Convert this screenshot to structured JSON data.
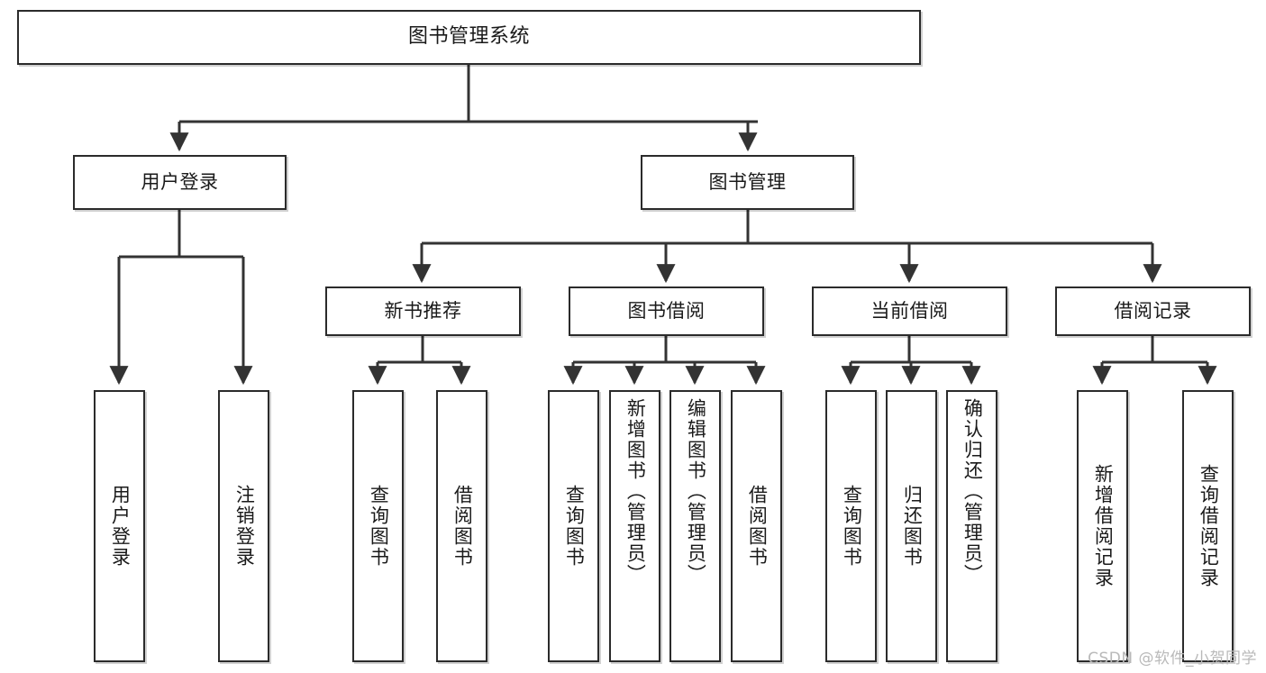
{
  "diagram": {
    "title": "图书管理系统",
    "type": "tree",
    "watermark": "CSDN @软件_小贺同学",
    "colors": {
      "box_border": "#2b2b2b",
      "box_fill": "#ffffff",
      "connector": "#333333",
      "text": "#1a1a1a",
      "watermark": "#b9b9b9"
    },
    "levels": {
      "root": [
        "图书管理系统"
      ],
      "level2": [
        "用户登录",
        "图书管理"
      ],
      "level3": [
        "新书推荐",
        "图书借阅",
        "当前借阅",
        "借阅记录"
      ],
      "level4": [
        "用户登录",
        "注销登录",
        "查询图书",
        "借阅图书",
        "查询图书",
        "新增图书（管理员）",
        "编辑图书（管理员）",
        "借阅图书",
        "查询图书",
        "归还图书",
        "确认归还（管理员）",
        "新增借阅记录",
        "查询借阅记录"
      ]
    },
    "nodes": {
      "root": {
        "label": "图书管理系统"
      },
      "user_login": {
        "label": "用户登录"
      },
      "book_manage": {
        "label": "图书管理"
      },
      "new_book_rec": {
        "label": "新书推荐"
      },
      "book_borrow": {
        "label": "图书借阅"
      },
      "current_borrow": {
        "label": "当前借阅"
      },
      "borrow_record": {
        "label": "借阅记录"
      },
      "leaf_user_login": {
        "label": "用户登录"
      },
      "leaf_logout": {
        "label": "注销登录"
      },
      "leaf_query_book_1": {
        "label": "查询图书"
      },
      "leaf_borrow_book_1": {
        "label": "借阅图书"
      },
      "leaf_query_book_2": {
        "label": "查询图书"
      },
      "leaf_add_book": {
        "label": "新增图书（管理员）"
      },
      "leaf_edit_book": {
        "label": "编辑图书（管理员）"
      },
      "leaf_borrow_book_2": {
        "label": "借阅图书"
      },
      "leaf_query_book_3": {
        "label": "查询图书"
      },
      "leaf_return_book": {
        "label": "归还图书"
      },
      "leaf_confirm_return": {
        "label": "确认归还（管理员）"
      },
      "leaf_add_record": {
        "label": "新增借阅记录"
      },
      "leaf_query_record": {
        "label": "查询借阅记录"
      }
    },
    "edges": [
      {
        "from": "root",
        "to": "user_login"
      },
      {
        "from": "root",
        "to": "book_manage"
      },
      {
        "from": "user_login",
        "to": "leaf_user_login"
      },
      {
        "from": "user_login",
        "to": "leaf_logout"
      },
      {
        "from": "book_manage",
        "to": "new_book_rec"
      },
      {
        "from": "book_manage",
        "to": "book_borrow"
      },
      {
        "from": "book_manage",
        "to": "current_borrow"
      },
      {
        "from": "book_manage",
        "to": "borrow_record"
      },
      {
        "from": "new_book_rec",
        "to": "leaf_query_book_1"
      },
      {
        "from": "new_book_rec",
        "to": "leaf_borrow_book_1"
      },
      {
        "from": "book_borrow",
        "to": "leaf_query_book_2"
      },
      {
        "from": "book_borrow",
        "to": "leaf_add_book"
      },
      {
        "from": "book_borrow",
        "to": "leaf_edit_book"
      },
      {
        "from": "book_borrow",
        "to": "leaf_borrow_book_2"
      },
      {
        "from": "current_borrow",
        "to": "leaf_query_book_3"
      },
      {
        "from": "current_borrow",
        "to": "leaf_return_book"
      },
      {
        "from": "current_borrow",
        "to": "leaf_confirm_return"
      },
      {
        "from": "borrow_record",
        "to": "leaf_add_record"
      },
      {
        "from": "borrow_record",
        "to": "leaf_query_record"
      }
    ]
  }
}
